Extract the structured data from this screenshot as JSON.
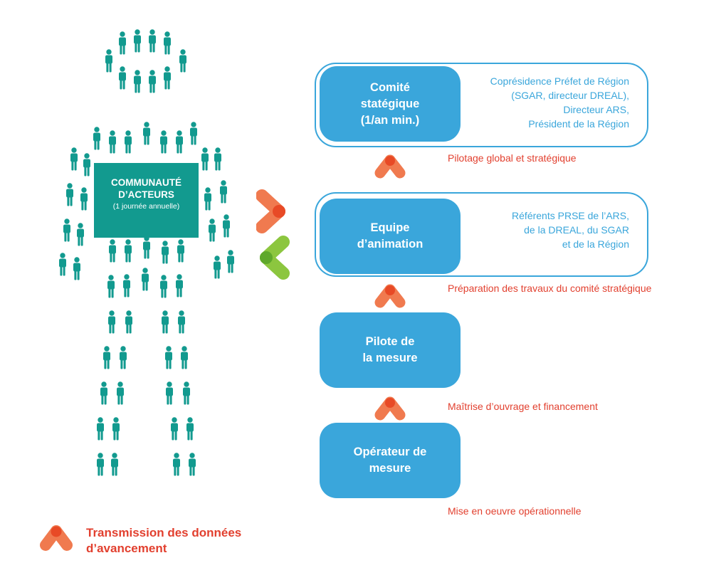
{
  "community": {
    "title": "COMMUNAUTÉ\nD’ACTEURS",
    "subtitle": "(1 journée annuelle)"
  },
  "levels": [
    {
      "label": "Comité\nstatégique\n(1/an min.)",
      "info": "Coprésidence Préfet de Région\n(SGAR, directeur DREAL),\nDirecteur ARS,\nPrésident de la Région",
      "role": "Pilotage global et stratégique"
    },
    {
      "label": "Equipe\nd’animation",
      "info": "Référents PRSE de l’ARS,\nde la DREAL, du SGAR\net de la Région",
      "role": "Préparation des travaux du comité stratégique"
    },
    {
      "label": "Pilote de\nla mesure",
      "role": "Maîtrise d’ouvrage et financement"
    },
    {
      "label": "Opérateur de\nmesure",
      "role": "Mise en oeuvre opérationnelle"
    }
  ],
  "legend": {
    "label": "Transmission des données\nd’avancement"
  },
  "colors": {
    "box_blue": "#3aa6db",
    "info_blue": "#3aa6db",
    "label_red": "#e2402f",
    "people_teal": "#129a8f",
    "chevron_orange": "#f07a4f",
    "chevron_orange_dark": "#e84a26",
    "chevron_green": "#8cc63f",
    "chevron_green_dark": "#5fa82b"
  },
  "icons": {
    "person": "person-icon",
    "arrow_up": "chevron-up-icon",
    "arrow_right": "chevron-right-icon",
    "arrow_left": "chevron-left-icon"
  }
}
